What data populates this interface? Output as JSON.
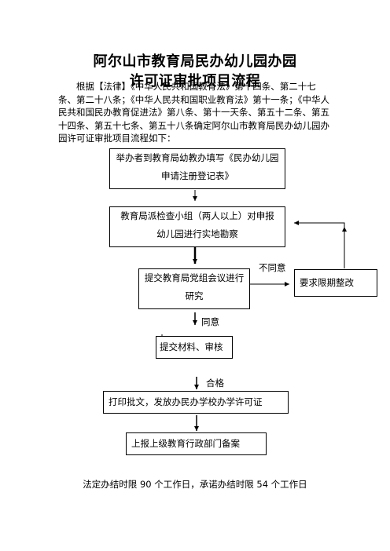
{
  "title": {
    "line1": "阿尔山市教育局民办幼儿园办园",
    "line2": "许可证审批项目流程"
  },
  "intro": "根据【法律】《中华人民共和国教育法》第十四条、第二十七条、第二十八条；《中华人民共和国职业教育法》第十一条；《中华人民共和国民办教育促进法》第八条、第十一天条、第五十二条、第五十四条、第五十七条、第五十八条确定阿尔山市教育局民办幼儿园办园许可证审批项目流程如下：",
  "flow": {
    "step1": {
      "line1": "举办者到教育局幼教办填写《民办幼儿园",
      "line2": "申请注册登记表》"
    },
    "step2": {
      "line1": "教育局派检查小组（两人以上）对申报",
      "line2": "幼儿园进行实地勘察"
    },
    "step3": {
      "line1": "提交教育局党组会议进行",
      "line2": "研究"
    },
    "reject_box": "要求限期整改",
    "reject_label": "不同意",
    "agree_label": "同意",
    "step4": "提交材料、审核",
    "pass_label": "合格",
    "step5": "打印批文，发放办民办学校办学许可证",
    "step6": "上报上级教育行政部门备案"
  },
  "footer": "法定办结时限 90 个工作日，承诺办结时限 54 个工作日"
}
